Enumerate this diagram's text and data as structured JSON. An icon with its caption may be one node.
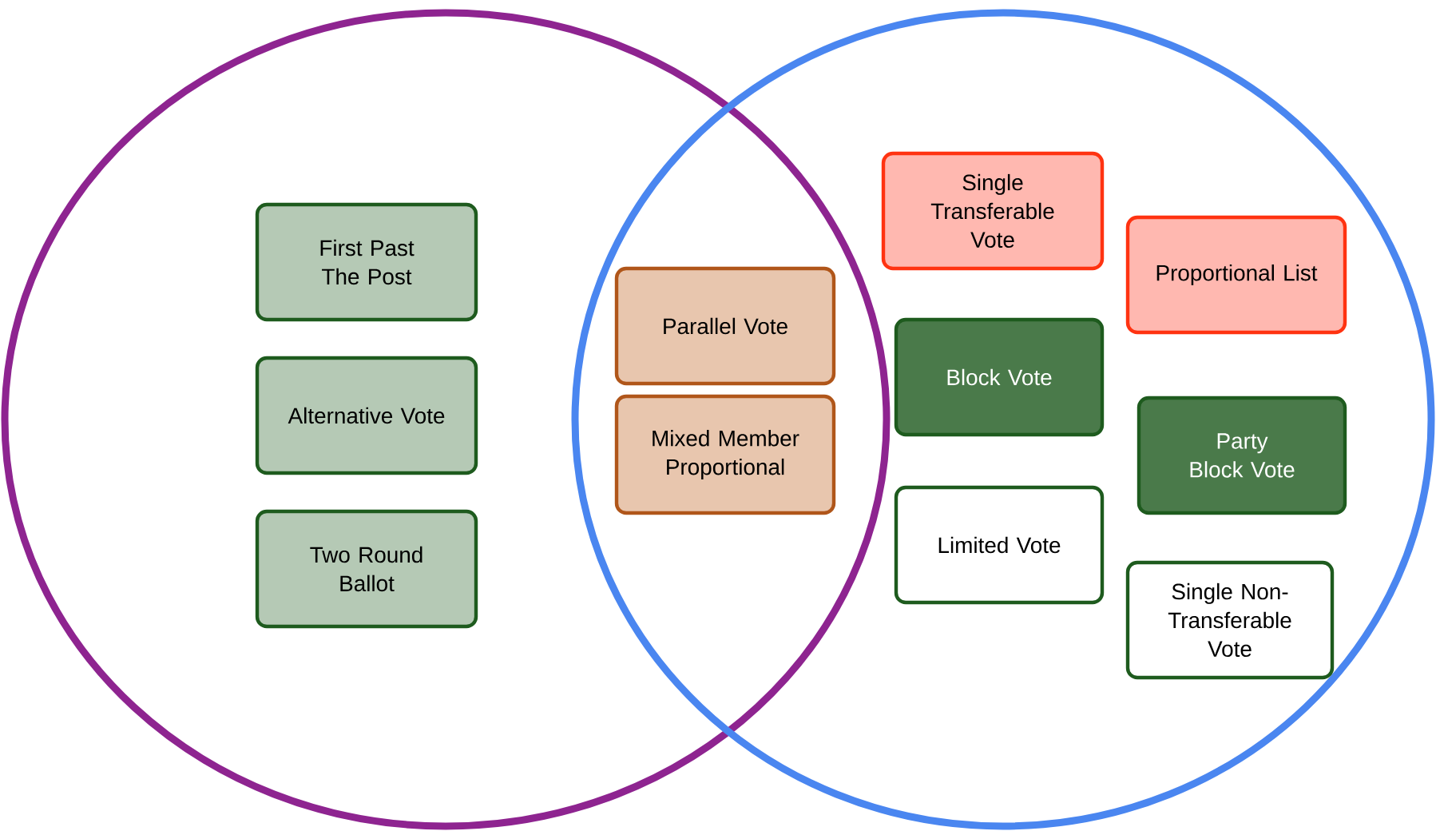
{
  "diagram": {
    "nodes": [
      {
        "text": [],
        "shape": "circle"
      },
      {
        "text": [],
        "shape": "circle"
      },
      {
        "text": [
          "First Past The Post"
        ],
        "in": 0
      },
      {
        "text": [
          "Alternative Vote"
        ],
        "in": 0
      },
      {
        "text": [
          "Two Round Ballot"
        ],
        "in": 0
      },
      {
        "text": [
          "Parallel Vote"
        ]
      },
      {
        "text": [
          "Mixed Member Proportional"
        ]
      },
      {
        "text": [
          "Single Transferable Vote"
        ],
        "in": 1
      },
      {
        "text": [
          "Proportional List"
        ],
        "in": 1
      },
      {
        "text": [
          "Block Vote"
        ],
        "in": 1
      },
      {
        "text": [
          "Party Block Vote"
        ],
        "in": 1
      },
      {
        "text": [
          "Limited Vote"
        ],
        "in": 1
      },
      {
        "text": [
          "Single Non-Transferable Vote"
        ],
        "in": 1
      }
    ]
  }
}
